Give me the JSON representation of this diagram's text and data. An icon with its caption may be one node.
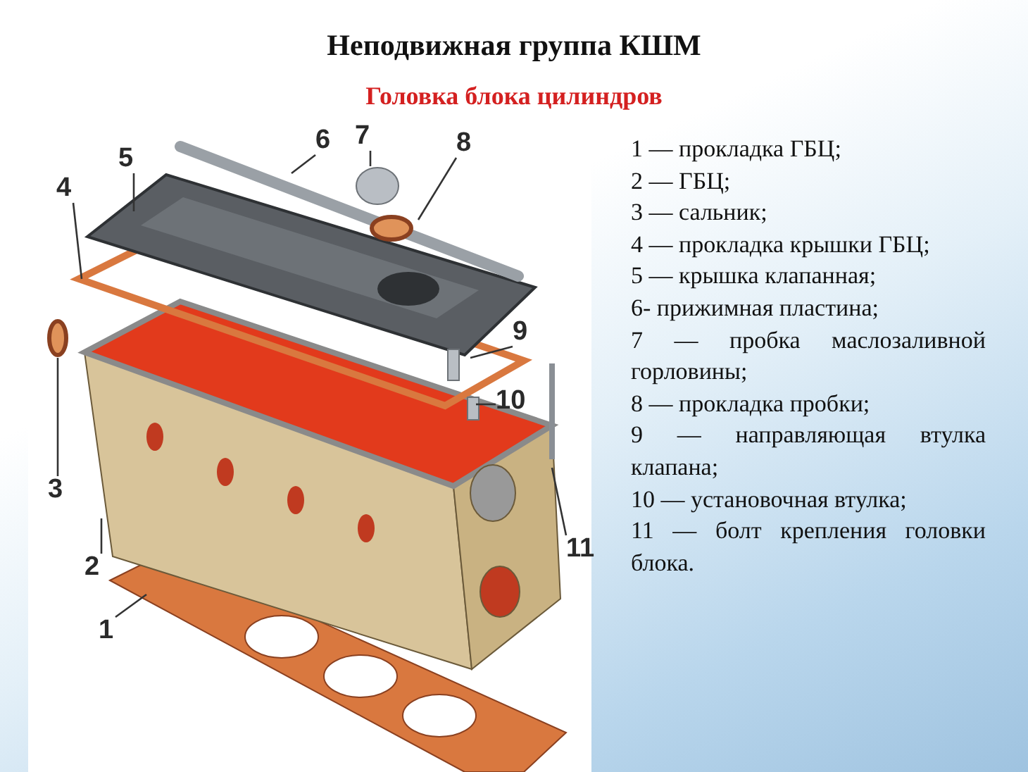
{
  "diagram": {
    "title": "Неподвижная группа КШМ",
    "caption": "Головка блока цилиндров",
    "nodes": [
      {
        "text": [
          "1"
        ]
      },
      {
        "text": [
          "2"
        ]
      },
      {
        "text": [
          "3"
        ]
      },
      {
        "text": [
          "4"
        ]
      },
      {
        "text": [
          "5"
        ]
      },
      {
        "text": [
          "6"
        ]
      },
      {
        "text": [
          "7"
        ]
      },
      {
        "text": [
          "8"
        ]
      },
      {
        "text": [
          "9"
        ]
      },
      {
        "text": [
          "10"
        ]
      },
      {
        "text": [
          "11"
        ]
      }
    ],
    "edges": [
      {
        "from": 0,
        "to": null,
        "arrow": "none"
      },
      {
        "from": 1,
        "to": null,
        "arrow": "none"
      },
      {
        "from": 2,
        "to": null,
        "arrow": "none"
      },
      {
        "from": 3,
        "to": null,
        "arrow": "none"
      },
      {
        "from": 4,
        "to": null,
        "arrow": "none"
      },
      {
        "from": 5,
        "to": null,
        "arrow": "none"
      },
      {
        "from": 6,
        "to": null,
        "arrow": "none"
      },
      {
        "from": 7,
        "to": null,
        "arrow": "none"
      },
      {
        "from": 8,
        "to": null,
        "arrow": "none"
      },
      {
        "from": 9,
        "to": null,
        "arrow": "none"
      },
      {
        "from": 10,
        "to": null,
        "arrow": "none"
      }
    ],
    "labels": [
      "1 — прокладка ГБЦ;",
      "2 — ГБЦ;",
      "3 — сальник;",
      "4 — прокладка крышки ГБЦ;",
      "5 — крышка клапанная;",
      "6- прижимная пластина;",
      "7 — пробка маслозаливной горловины;",
      "8 — прокладка пробки;",
      "9 — направляющая втулка клапана;",
      "10 — установочная втулка;",
      "11 — болт крепления головки блока."
    ]
  }
}
